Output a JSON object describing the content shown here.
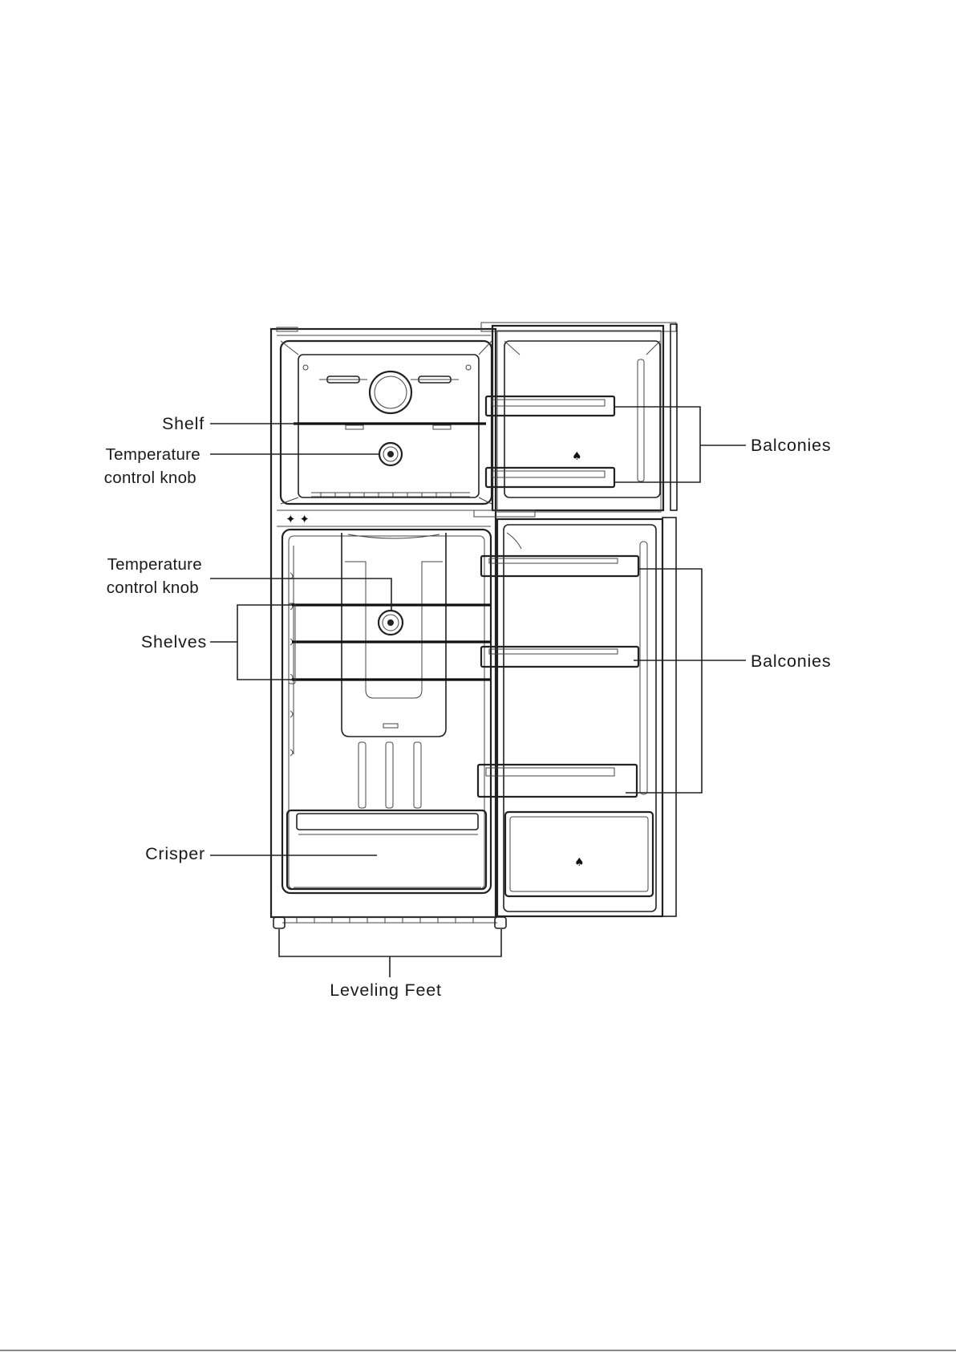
{
  "diagram": {
    "colors": {
      "ink": "#222222",
      "background": "#ffffff"
    },
    "labels": {
      "shelf": "Shelf",
      "freezer_knob_line1": "Temperature",
      "freezer_knob_line2": "control knob",
      "fridge_knob_line1": "Temperature",
      "fridge_knob_line2": "control knob",
      "shelves": "Shelves",
      "crisper": "Crisper",
      "leveling_feet": "Leveling Feet",
      "balconies_top": "Balconies",
      "balconies_bottom": "Balconies"
    }
  }
}
